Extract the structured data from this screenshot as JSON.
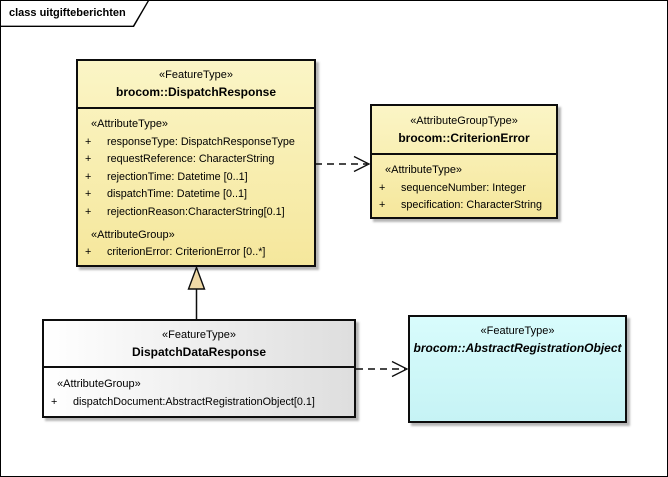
{
  "frame": {
    "label": "class uitgifteberichten"
  },
  "colors": {
    "box_yellow_top": "#FBF5C6",
    "box_yellow_bottom": "#F5E79C",
    "box_gray_left": "#FFFFFF",
    "box_gray_right": "#DEDEDE",
    "box_cyan": "#CCFAFA",
    "border": "#0D0D0D",
    "shadow": "#B6B6B6",
    "generalization_triangle_fill": "#EFD9A6"
  },
  "classes": {
    "dispatchResponse": {
      "stereotype": "«FeatureType»",
      "name": "brocom::DispatchResponse",
      "sections": [
        {
          "label": "«AttributeType»",
          "rows": [
            {
              "vis": "+",
              "text": "responseType: DispatchResponseType"
            },
            {
              "vis": "+",
              "text": "requestReference: CharacterString"
            },
            {
              "vis": "+",
              "text": "rejectionTime: Datetime [0..1]"
            },
            {
              "vis": "+",
              "text": "dispatchTime: Datetime [0..1]"
            },
            {
              "vis": "+",
              "text": "rejectionReason:CharacterString[0.1]"
            }
          ]
        },
        {
          "label": "«AttributeGroup»",
          "rows": [
            {
              "vis": "+",
              "text": "criterionError: CriterionError [0..*]"
            }
          ]
        }
      ]
    },
    "criterionError": {
      "stereotype": "«AttributeGroupType»",
      "name": "brocom::CriterionError",
      "sections": [
        {
          "label": "«AttributeType»",
          "rows": [
            {
              "vis": "+",
              "text": "sequenceNumber: Integer"
            },
            {
              "vis": "+",
              "text": "specification: CharacterString"
            }
          ]
        }
      ]
    },
    "dispatchDataResponse": {
      "stereotype": "«FeatureType»",
      "name": "DispatchDataResponse",
      "sections": [
        {
          "label": "«AttributeGroup»",
          "rows": [
            {
              "vis": "+",
              "text": "dispatchDocument:AbstractRegistrationObject[0.1]"
            }
          ]
        }
      ]
    },
    "abstractRegistrationObject": {
      "stereotype": "«FeatureType»",
      "name": "brocom::AbstractRegistrationObject"
    }
  }
}
